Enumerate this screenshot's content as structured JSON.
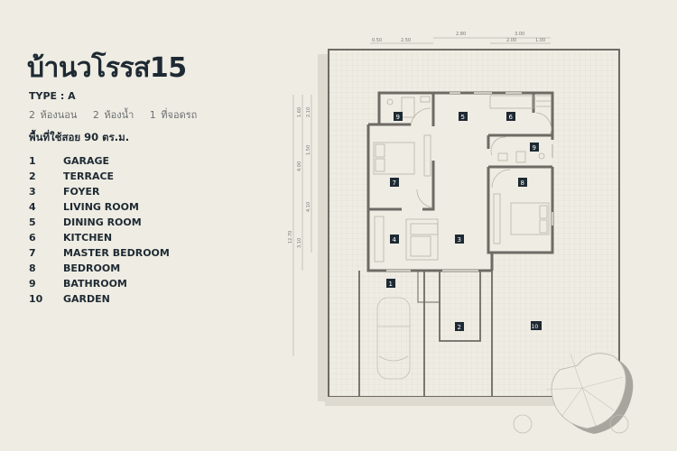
{
  "header": {
    "title": "บ้านวโรรส15",
    "type": "TYPE : A",
    "specs": [
      "2 ห้องนอน",
      "2 ห้องน้ำ",
      "1 ที่จอดรถ"
    ],
    "area": "พื้นที่ใช้สอย 90 ตร.ม."
  },
  "legend": [
    {
      "num": "1",
      "label": "GARAGE"
    },
    {
      "num": "2",
      "label": "TERRACE"
    },
    {
      "num": "3",
      "label": "FOYER"
    },
    {
      "num": "4",
      "label": "LIVING ROOM"
    },
    {
      "num": "5",
      "label": "DINING ROOM"
    },
    {
      "num": "6",
      "label": "KITCHEN"
    },
    {
      "num": "7",
      "label": "MASTER BEDROOM"
    },
    {
      "num": "8",
      "label": "BEDROOM"
    },
    {
      "num": "9",
      "label": "BATHROOM"
    },
    {
      "num": "10",
      "label": "GARDEN"
    }
  ],
  "dimensions": {
    "top_row1": [
      "2.80",
      "3.00"
    ],
    "top_row2": [
      "0.50",
      "2.50",
      "2.00",
      "1.00"
    ],
    "left_col1": [
      "1.60",
      "4.00",
      "3.10"
    ],
    "left_col2": [
      "2.10",
      "1.50",
      "4.10"
    ],
    "total": "12.70"
  },
  "room_tags": {
    "r1": "1",
    "r2": "2",
    "r3": "3",
    "r4": "4",
    "r5": "5",
    "r6": "6",
    "r7": "7",
    "r8": "8",
    "r9a": "9",
    "r9b": "9",
    "r10": "10"
  },
  "colors": {
    "background": "#efece3",
    "wall": "#6e6a64",
    "tag": "#1e2a33",
    "text": "#1e2a33"
  }
}
